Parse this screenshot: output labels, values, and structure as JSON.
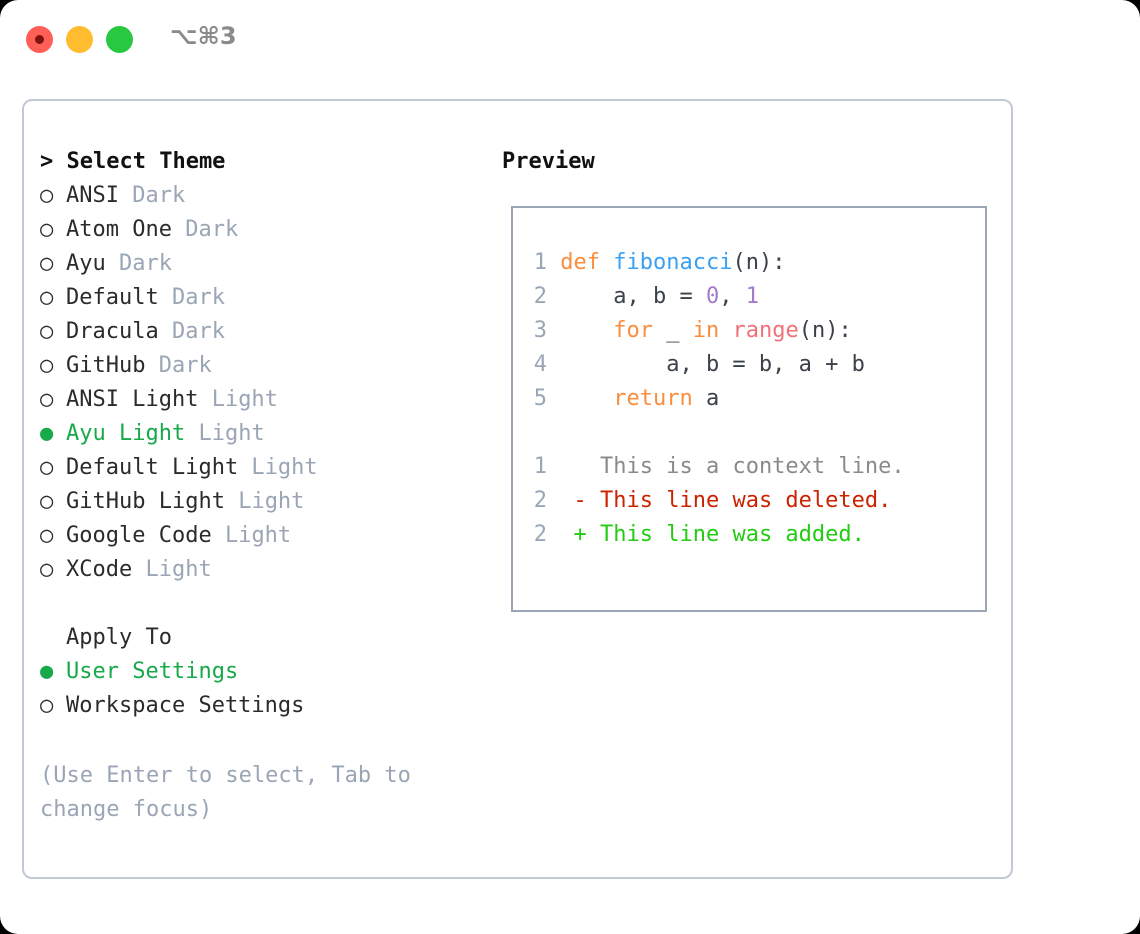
{
  "titlebar": {
    "shortcut": "⌥⌘3",
    "buttons": [
      "close",
      "minimize",
      "maximize"
    ]
  },
  "theme_panel": {
    "header": "> Select Theme",
    "items": [
      {
        "marker": "○",
        "label": "ANSI",
        "tag": "Dark",
        "selected": false
      },
      {
        "marker": "○",
        "label": "Atom One",
        "tag": "Dark",
        "selected": false
      },
      {
        "marker": "○",
        "label": "Ayu",
        "tag": "Dark",
        "selected": false
      },
      {
        "marker": "○",
        "label": "Default",
        "tag": "Dark",
        "selected": false
      },
      {
        "marker": "○",
        "label": "Dracula",
        "tag": "Dark",
        "selected": false
      },
      {
        "marker": "○",
        "label": "GitHub",
        "tag": "Dark",
        "selected": false
      },
      {
        "marker": "○",
        "label": "ANSI Light",
        "tag": "Light",
        "selected": false
      },
      {
        "marker": "●",
        "label": "Ayu Light",
        "tag": "Light",
        "selected": true
      },
      {
        "marker": "○",
        "label": "Default Light",
        "tag": "Light",
        "selected": false
      },
      {
        "marker": "○",
        "label": "GitHub Light",
        "tag": "Light",
        "selected": false
      },
      {
        "marker": "○",
        "label": "Google Code",
        "tag": "Light",
        "selected": false
      },
      {
        "marker": "○",
        "label": "XCode",
        "tag": "Light",
        "selected": false
      }
    ]
  },
  "apply_to": {
    "header": "Apply To",
    "items": [
      {
        "marker": "●",
        "label": "User Settings",
        "selected": true
      },
      {
        "marker": "○",
        "label": "Workspace Settings",
        "selected": false
      }
    ]
  },
  "hint": "(Use Enter to select, Tab to change focus)",
  "preview": {
    "title": "Preview",
    "code_lines": [
      {
        "no": "1",
        "tokens": [
          {
            "t": "def ",
            "c": "kw"
          },
          {
            "t": "fibonacci",
            "c": "fn"
          },
          {
            "t": "(n):",
            "c": "txt"
          }
        ]
      },
      {
        "no": "2",
        "tokens": [
          {
            "t": "    a, b = ",
            "c": "txt"
          },
          {
            "t": "0",
            "c": "num"
          },
          {
            "t": ", ",
            "c": "txt"
          },
          {
            "t": "1",
            "c": "num"
          }
        ]
      },
      {
        "no": "3",
        "tokens": [
          {
            "t": "    ",
            "c": "txt"
          },
          {
            "t": "for",
            "c": "kw"
          },
          {
            "t": " _ ",
            "c": "txt"
          },
          {
            "t": "in",
            "c": "kw"
          },
          {
            "t": " ",
            "c": "txt"
          },
          {
            "t": "range",
            "c": "call"
          },
          {
            "t": "(n):",
            "c": "txt"
          }
        ]
      },
      {
        "no": "4",
        "tokens": [
          {
            "t": "        a, b = b, a + b",
            "c": "txt"
          }
        ]
      },
      {
        "no": "5",
        "tokens": [
          {
            "t": "    ",
            "c": "txt"
          },
          {
            "t": "return",
            "c": "kw"
          },
          {
            "t": " a",
            "c": "txt"
          }
        ]
      }
    ],
    "diff_lines": [
      {
        "no": "1",
        "sign": "  ",
        "text": "This is a context line.",
        "kind": "ctx"
      },
      {
        "no": "2",
        "sign": "- ",
        "text": "This line was deleted.",
        "kind": "del"
      },
      {
        "no": "2",
        "sign": "+ ",
        "text": "This line was added.",
        "kind": "add"
      }
    ]
  },
  "colors": {
    "accent_green": "#17a94a",
    "muted": "#9aa5b5",
    "keyword": "#fa8d3e",
    "function": "#3aa0f3",
    "number": "#a37acc",
    "call": "#f07178",
    "diff_delete": "#cc2200",
    "diff_add": "#22cc11",
    "border": "#c2c9d4"
  }
}
